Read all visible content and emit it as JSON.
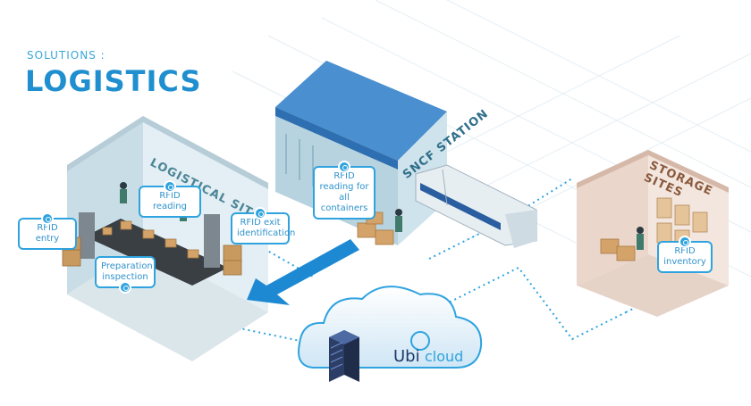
{
  "header": {
    "subtitle": "SOLUTIONS :",
    "title": "LOGISTICS"
  },
  "sites": {
    "logistical": "LOGISTICAL SITE",
    "station": "SNCF STATION",
    "storage": "STORAGE SITES"
  },
  "callouts": {
    "rfid_entry": "RFID entry",
    "rfid_reading": "RFID reading",
    "rfid_exit": "RFID exit identification",
    "preparation": "Preparation inspection",
    "rfid_containers": "RFID reading for all containers",
    "rfid_inventory": "RFID inventory"
  },
  "cloud": {
    "brand_a": "Ubi",
    "brand_b": "cloud"
  },
  "colors": {
    "accent": "#2fa3df",
    "title": "#1f8fd0",
    "roof": "#4a8fcf",
    "wall": "#d9eaf2",
    "box": "#d4a36a",
    "network": "#2fa3df"
  },
  "icons": [
    "rfid-pin-icon",
    "cloud-icon",
    "server-icon",
    "train-icon",
    "arrow-icon"
  ]
}
